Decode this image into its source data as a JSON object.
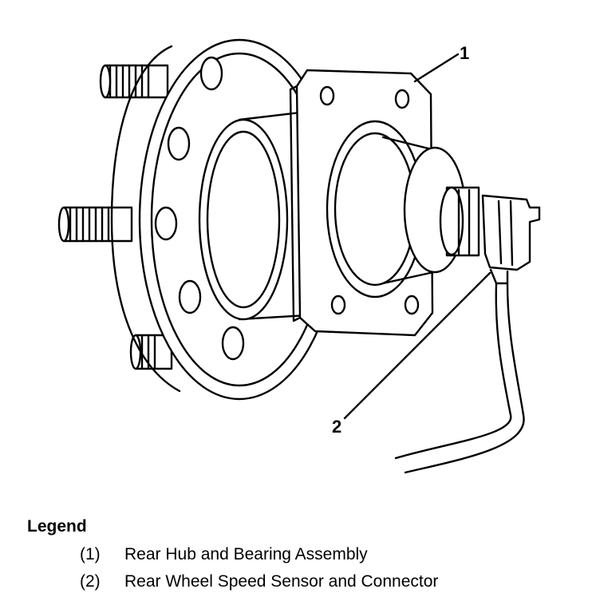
{
  "callouts": [
    {
      "id": "1",
      "label": "1"
    },
    {
      "id": "2",
      "label": "2"
    }
  ],
  "legend": {
    "title": "Legend",
    "items": [
      {
        "number": "(1)",
        "text": "Rear Hub and Bearing Assembly"
      },
      {
        "number": "(2)",
        "text": "Rear Wheel Speed Sensor and Connector"
      }
    ]
  }
}
